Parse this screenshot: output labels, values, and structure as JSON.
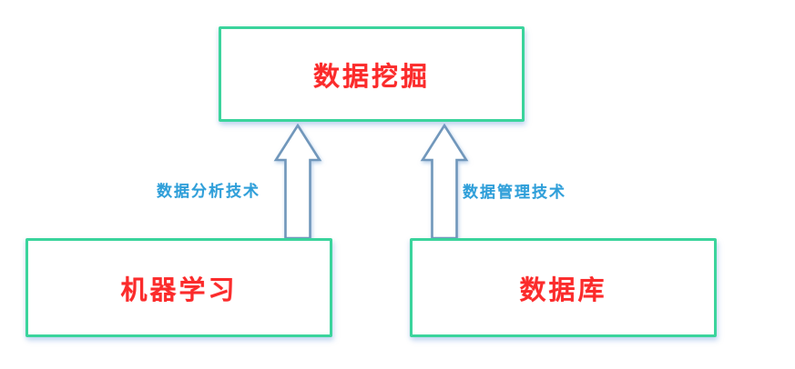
{
  "diagram": {
    "type": "flow-diagram",
    "colors": {
      "background": "#ffffff",
      "box_border": "#3bd49c",
      "box_text": "#fb2b2b",
      "arrow_outline": "#7197bb",
      "arrow_fill": "#ffffff",
      "edge_label": "#2f9fd9"
    },
    "nodes": [
      {
        "id": "data-mining",
        "label": "数据挖掘"
      },
      {
        "id": "machine-learning",
        "label": "机器学习"
      },
      {
        "id": "database",
        "label": "数据库"
      }
    ],
    "edges": [
      {
        "from": "machine-learning",
        "to": "data-mining",
        "label": "数据分析技术",
        "icon": "up-block-arrow"
      },
      {
        "from": "database",
        "to": "data-mining",
        "label": "数据管理技术",
        "icon": "up-block-arrow"
      }
    ]
  }
}
